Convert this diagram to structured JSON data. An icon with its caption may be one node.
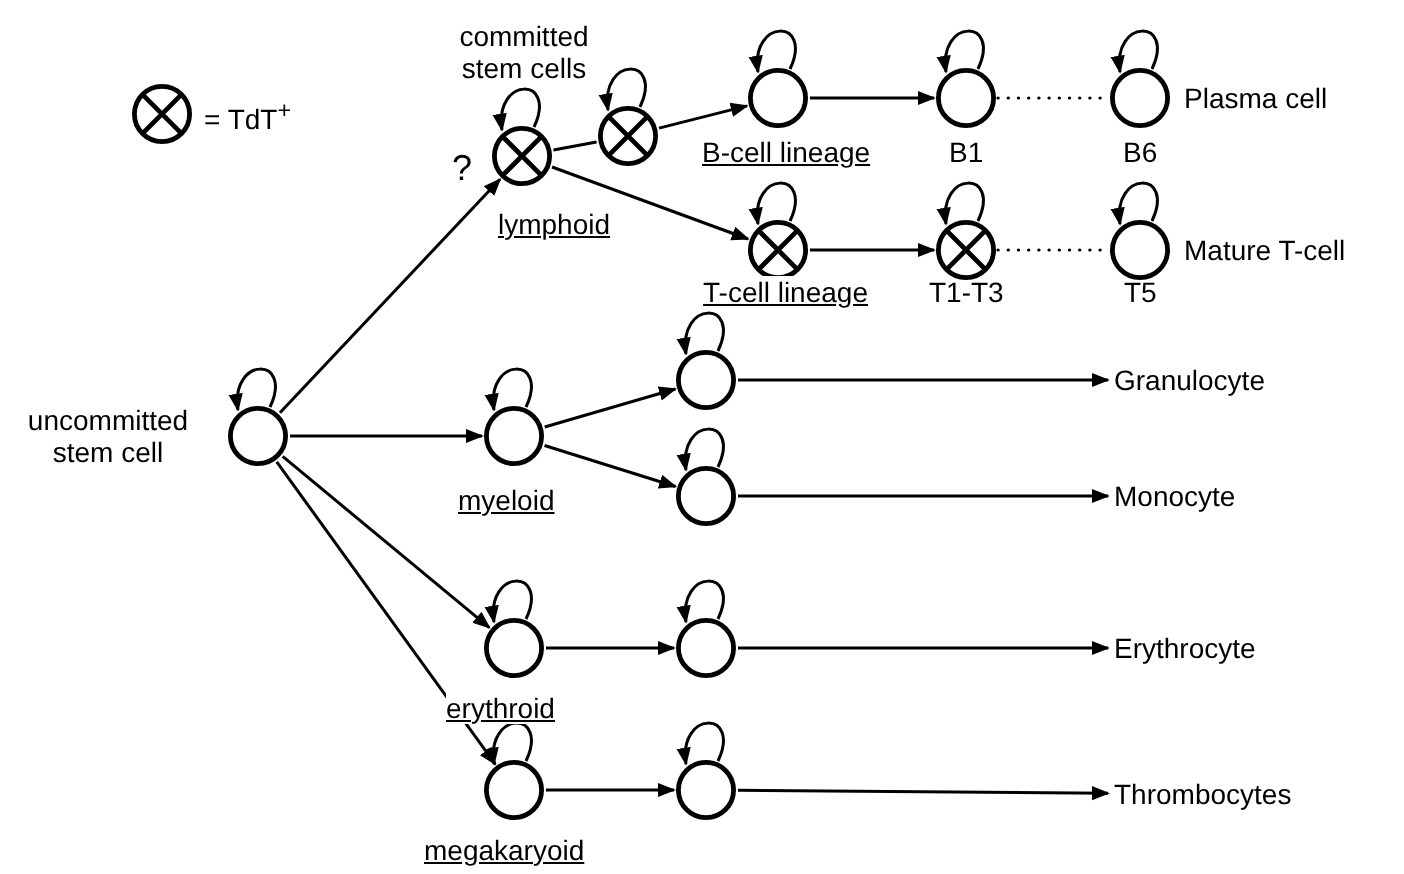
{
  "diagram": {
    "nodes": [
      {
        "text": [],
        "shape": "circle",
        "beside": [
          "uncommitted stem cell"
        ]
      },
      {
        "text": [],
        "shape": "crossed-circle",
        "beside": [
          "lymphoid"
        ]
      },
      {
        "text": [],
        "shape": "crossed-circle"
      },
      {
        "text": [],
        "shape": "circle",
        "beside": [
          "B-cell lineage"
        ]
      },
      {
        "text": [],
        "shape": "circle",
        "beside": [
          "B1"
        ]
      },
      {
        "text": [],
        "shape": "circle",
        "beside": [
          "B6",
          "Plasma cell"
        ]
      },
      {
        "text": [],
        "shape": "crossed-circle",
        "beside": [
          "T-cell lineage"
        ]
      },
      {
        "text": [],
        "shape": "crossed-circle",
        "beside": [
          "T1-T3"
        ]
      },
      {
        "text": [],
        "shape": "circle",
        "beside": [
          "T5",
          "Mature T-cell"
        ]
      },
      {
        "text": [],
        "shape": "circle",
        "beside": [
          "myeloid"
        ]
      },
      {
        "text": [],
        "shape": "circle"
      },
      {
        "text": [],
        "shape": "circle"
      },
      {
        "text": [],
        "shape": "circle",
        "beside": [
          "erythroid"
        ]
      },
      {
        "text": [],
        "shape": "circle"
      },
      {
        "text": [],
        "shape": "circle",
        "beside": [
          "megakaryoid"
        ]
      },
      {
        "text": [],
        "shape": "circle"
      },
      {
        "text": [
          "Granulocyte"
        ]
      },
      {
        "text": [
          "Monocyte"
        ]
      },
      {
        "text": [
          "Erythrocyte"
        ]
      },
      {
        "text": [
          "Thrombocytes"
        ]
      }
    ],
    "edges": [
      {
        "from": 0,
        "to": 1,
        "arrow": "to"
      },
      {
        "from": 0,
        "to": 9,
        "arrow": "to"
      },
      {
        "from": 0,
        "to": 12,
        "arrow": "to"
      },
      {
        "from": 0,
        "to": 14,
        "arrow": "to"
      },
      {
        "from": 1,
        "to": 2,
        "arrow": "none"
      },
      {
        "from": 2,
        "to": 3,
        "arrow": "to"
      },
      {
        "from": 1,
        "to": 6,
        "arrow": "to"
      },
      {
        "from": 3,
        "to": 4,
        "arrow": "to"
      },
      {
        "from": 4,
        "to": 5,
        "arrow": "none",
        "style": "dashed"
      },
      {
        "from": 6,
        "to": 7,
        "arrow": "to"
      },
      {
        "from": 7,
        "to": 8,
        "arrow": "none",
        "style": "dashed"
      },
      {
        "from": 9,
        "to": 10,
        "arrow": "to"
      },
      {
        "from": 9,
        "to": 11,
        "arrow": "to"
      },
      {
        "from": 10,
        "to": 16,
        "arrow": "to"
      },
      {
        "from": 11,
        "to": 17,
        "arrow": "to"
      },
      {
        "from": 12,
        "to": 13,
        "arrow": "to"
      },
      {
        "from": 13,
        "to": 18,
        "arrow": "to"
      },
      {
        "from": 14,
        "to": 15,
        "arrow": "to"
      },
      {
        "from": 15,
        "to": 19,
        "arrow": "to"
      },
      {
        "from": 0,
        "to": 0,
        "arrow": "to"
      },
      {
        "from": 1,
        "to": 1,
        "arrow": "to"
      },
      {
        "from": 2,
        "to": 2,
        "arrow": "to"
      },
      {
        "from": 3,
        "to": 3,
        "arrow": "to"
      },
      {
        "from": 4,
        "to": 4,
        "arrow": "to"
      },
      {
        "from": 5,
        "to": 5,
        "arrow": "to"
      },
      {
        "from": 6,
        "to": 6,
        "arrow": "to"
      },
      {
        "from": 7,
        "to": 7,
        "arrow": "to"
      },
      {
        "from": 8,
        "to": 8,
        "arrow": "to"
      },
      {
        "from": 9,
        "to": 9,
        "arrow": "to"
      },
      {
        "from": 10,
        "to": 10,
        "arrow": "to"
      },
      {
        "from": 11,
        "to": 11,
        "arrow": "to"
      },
      {
        "from": 12,
        "to": 12,
        "arrow": "to"
      },
      {
        "from": 13,
        "to": 13,
        "arrow": "to"
      },
      {
        "from": 14,
        "to": 14,
        "arrow": "to"
      },
      {
        "from": 15,
        "to": 15,
        "arrow": "to"
      }
    ],
    "labels": [
      "committed stem cells",
      "?"
    ],
    "legend": [
      {
        "text": "= TdT$^{+}$"
      }
    ]
  }
}
